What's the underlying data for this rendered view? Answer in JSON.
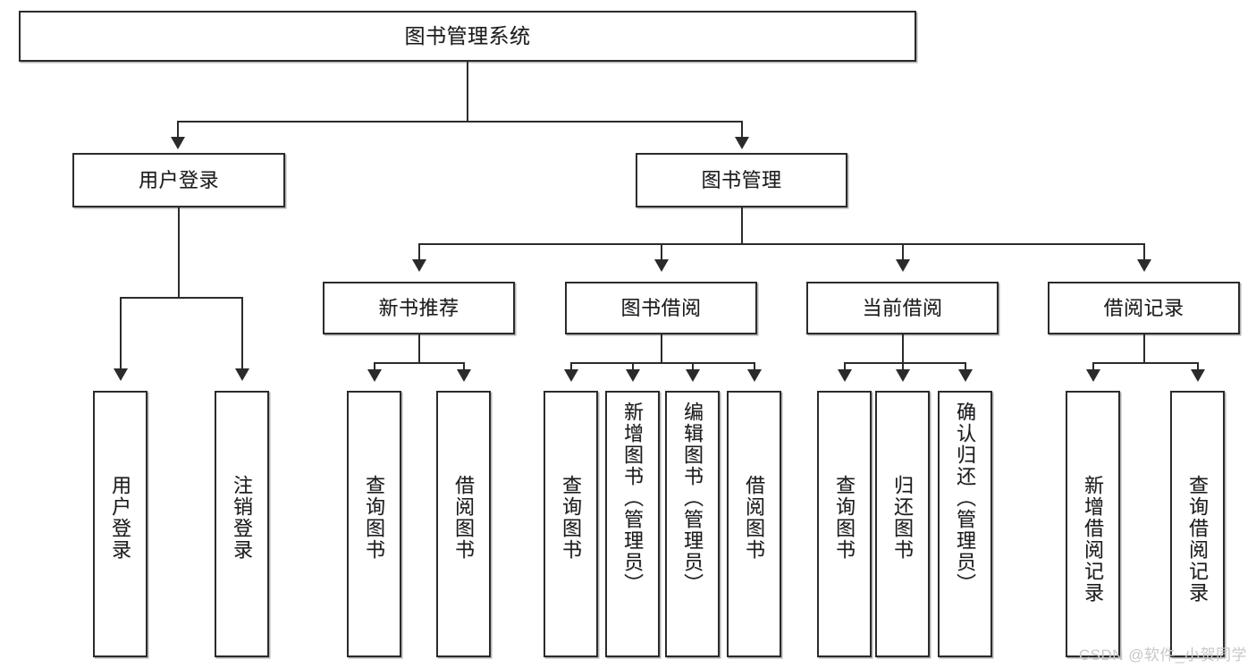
{
  "diagram": {
    "type": "tree-hierarchy",
    "title": "图书管理系统",
    "root": {
      "label": "图书管理系统"
    },
    "level2": [
      {
        "label": "用户登录"
      },
      {
        "label": "图书管理"
      }
    ],
    "level3": [
      {
        "label": "新书推荐"
      },
      {
        "label": "图书借阅"
      },
      {
        "label": "当前借阅"
      },
      {
        "label": "借阅记录"
      }
    ],
    "leaves": {
      "user_login": [
        {
          "label": "用户登录"
        },
        {
          "label": "注销登录"
        }
      ],
      "new_book_recommend": [
        {
          "label": "查询图书"
        },
        {
          "label": "借阅图书"
        }
      ],
      "book_borrow": [
        {
          "label": "查询图书"
        },
        {
          "label": "新增图书（管理员）"
        },
        {
          "label": "编辑图书（管理员）"
        },
        {
          "label": "借阅图书"
        }
      ],
      "current_borrow": [
        {
          "label": "查询图书"
        },
        {
          "label": "归还图书"
        },
        {
          "label": "确认归还（管理员）"
        }
      ],
      "borrow_record": [
        {
          "label": "新增借阅记录"
        },
        {
          "label": "查询借阅记录"
        }
      ]
    }
  },
  "watermark": {
    "text": "CSDN @软件_小贺同学"
  },
  "colors": {
    "border": "#2b2b2b",
    "background": "#ffffff",
    "text": "#1c1c1c",
    "watermark": "#c7c7c7"
  }
}
